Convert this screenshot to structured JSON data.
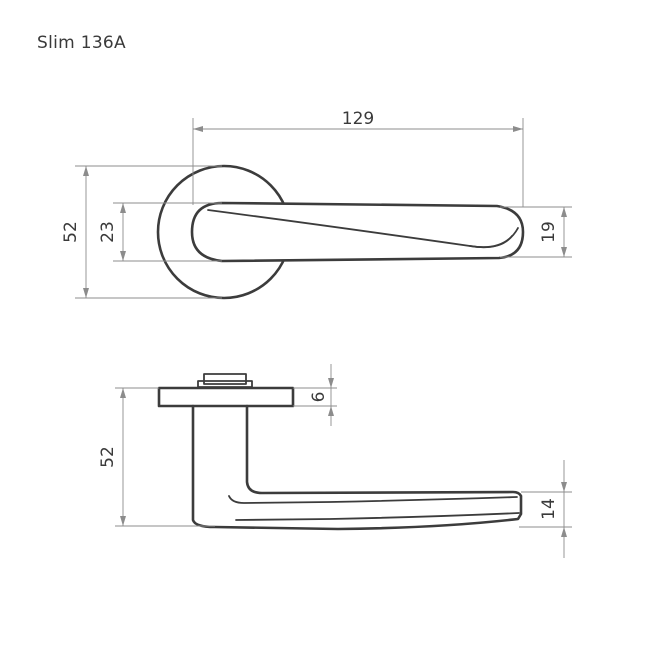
{
  "title": "Slim 136A",
  "dimensions": {
    "top_length": "129",
    "top_rosette_height": "52",
    "top_handle_root": "23",
    "top_handle_tip": "19",
    "side_height": "52",
    "side_rosette_thickness": "6",
    "side_handle_thickness": "14"
  },
  "colors": {
    "outline": "#3c3c3c",
    "dimension_line": "#8c8c8c",
    "text": "#3a3a3a"
  }
}
